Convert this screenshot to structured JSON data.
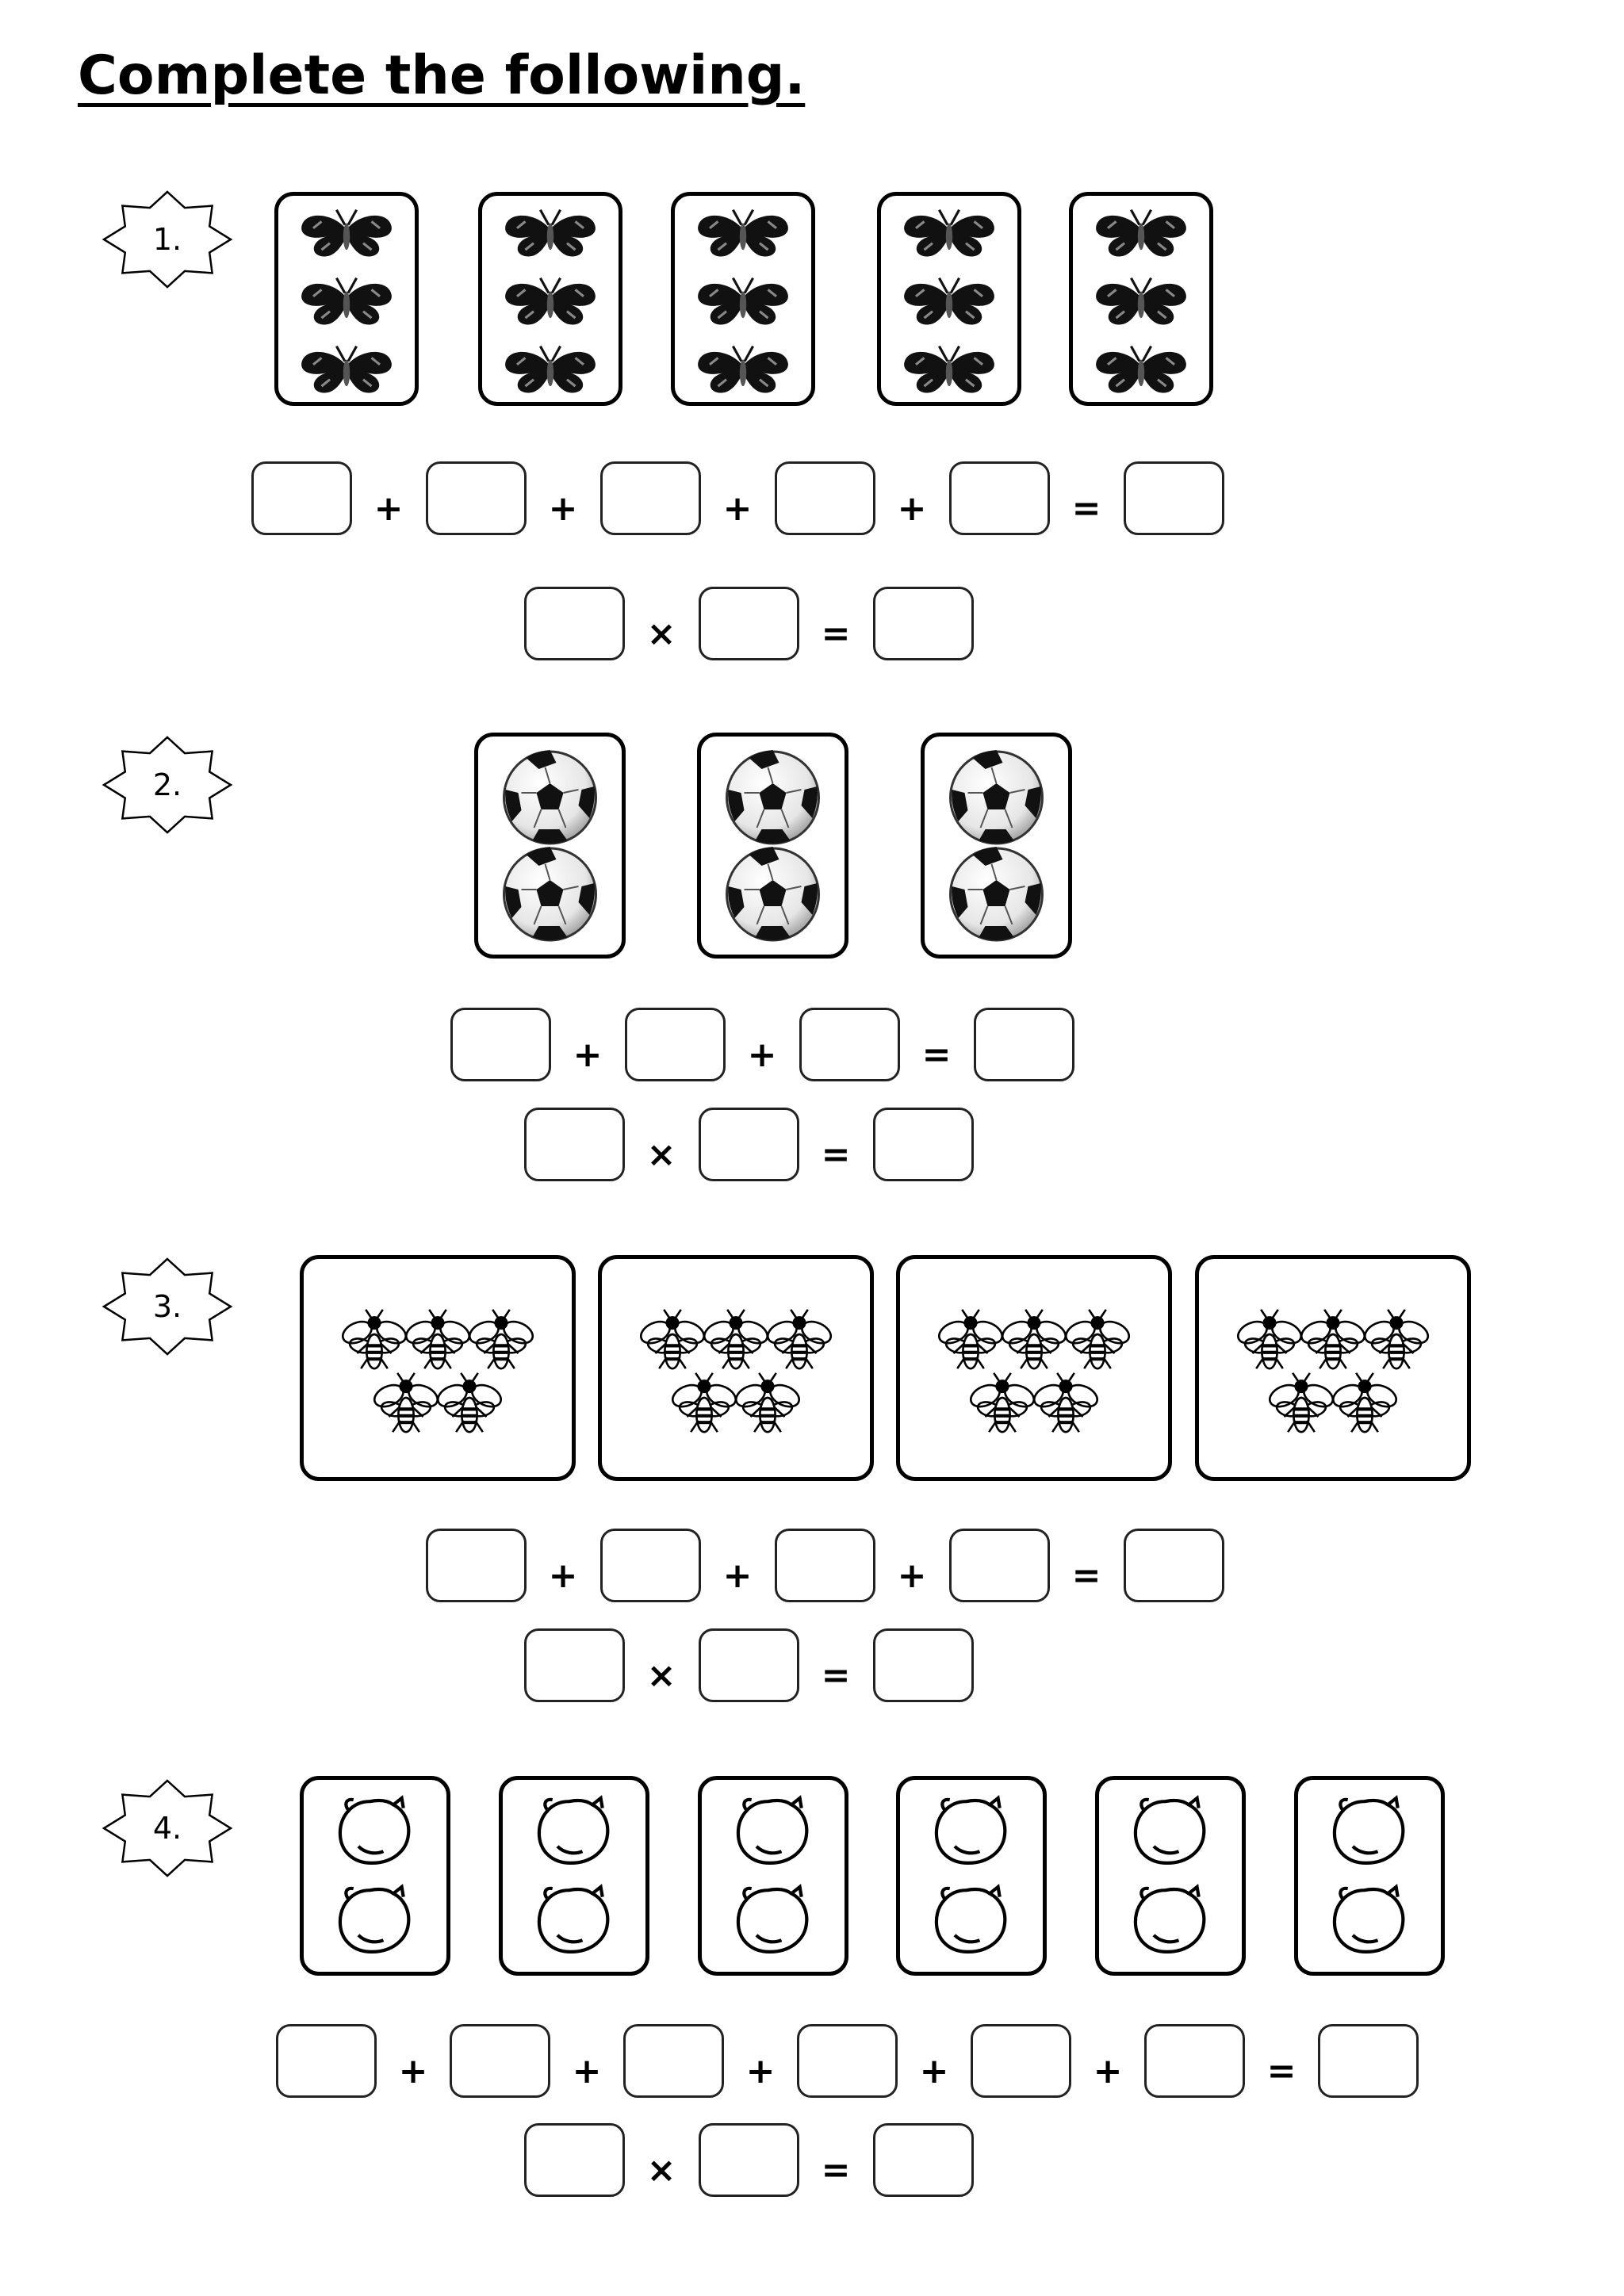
{
  "title": "Complete the following.",
  "operators": {
    "plus": "+",
    "times": "×",
    "equals": "="
  },
  "questions": [
    {
      "number": "1.",
      "item_icon": "butterfly-icon",
      "groups": 5,
      "items_per_group": 3
    },
    {
      "number": "2.",
      "item_icon": "soccer-ball-icon",
      "groups": 3,
      "items_per_group": 2
    },
    {
      "number": "3.",
      "item_icon": "bee-icon",
      "groups": 4,
      "items_per_group": 5
    },
    {
      "number": "4.",
      "item_icon": "lemon-icon",
      "groups": 6,
      "items_per_group": 2
    }
  ]
}
